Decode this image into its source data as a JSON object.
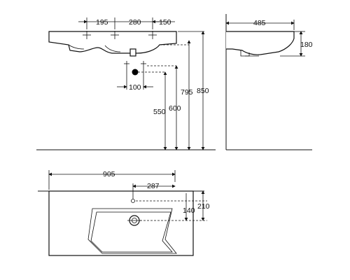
{
  "dimensions": {
    "front_left_spacing": "195",
    "front_mid_spacing": "280",
    "front_right_spacing": "150",
    "side_depth": "485",
    "side_height": "180",
    "drain_offset": "100",
    "drain_height": "550",
    "tap_height": "600",
    "bottom_height": "795",
    "top_height": "850",
    "plan_width": "905",
    "plan_hole_offset": "287",
    "plan_drain_offset": "140",
    "plan_hole_offset_y": "210"
  },
  "colors": {
    "line": "#111111",
    "drain": "#000000"
  }
}
